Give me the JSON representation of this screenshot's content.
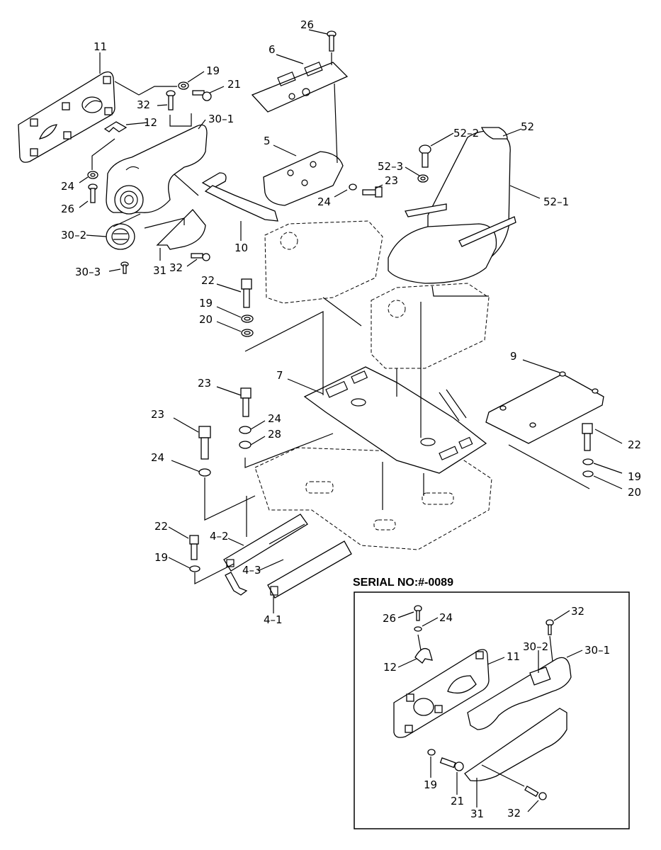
{
  "serial_note": "SERIAL NO:#-0089",
  "labels": {
    "l26": "26",
    "l6": "6",
    "l11": "11",
    "l19": "19",
    "l21": "21",
    "l32a": "32",
    "l30_1": "30–1",
    "l12": "12",
    "l5": "5",
    "l52_2": "52–2",
    "l52": "52",
    "l24a": "24",
    "l52_3": "52–3",
    "l23a": "23",
    "l26b": "26",
    "l24b": "24",
    "l52_1": "52–1",
    "l30_2": "30–2",
    "l10": "10",
    "l30_3": "30–3",
    "l31": "31",
    "l32b": "32",
    "l22a": "22",
    "l19b": "19",
    "l20a": "20",
    "l9": "9",
    "l7": "7",
    "l23b": "23",
    "l24c": "24",
    "l23c": "23",
    "l28": "28",
    "l22b": "22",
    "l24d": "24",
    "l19c": "19",
    "l20b": "20",
    "l22c": "22",
    "l4_2": "4–2",
    "l19d": "19",
    "l4_3": "4–3",
    "l4_1": "4–1"
  },
  "inset_labels": {
    "i26": "26",
    "i24": "24",
    "i32": "32",
    "i30_2": "30–2",
    "i30_1": "30–1",
    "i12": "12",
    "i11": "11",
    "i19": "19",
    "i21": "21",
    "i31": "31",
    "i32b": "32"
  }
}
